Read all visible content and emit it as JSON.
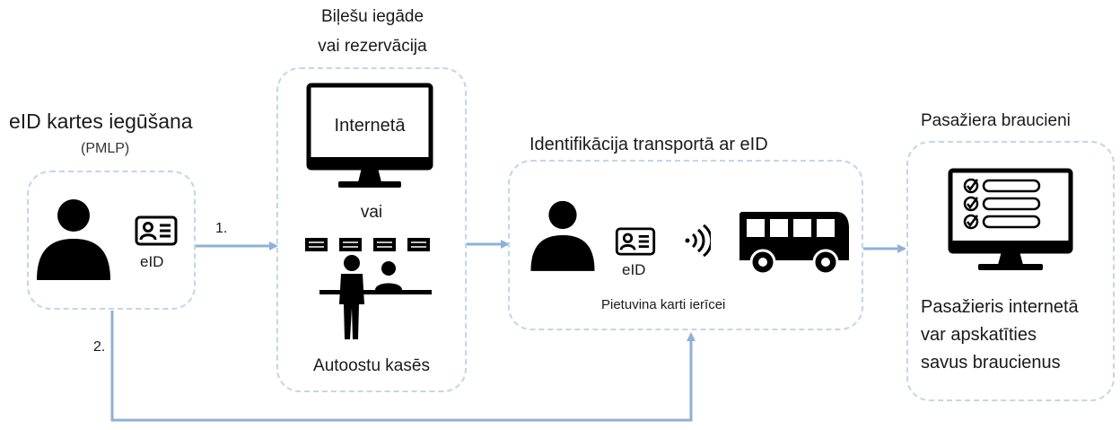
{
  "colors": {
    "arrow": "#8fb1d6",
    "box_border": "#c3d5ea",
    "icon": "#000000",
    "text": "#1a1a1a"
  },
  "step1": {
    "title": "eID kartes iegūšana",
    "subtitle": "(PMLP)",
    "card_label": "eID"
  },
  "arrows": {
    "label_1": "1.",
    "label_2": "2."
  },
  "step2": {
    "title_line1": "Biļešu iegāde",
    "title_line2": "vai rezervācija",
    "monitor_text": "Internetā",
    "or_text": "vai",
    "counter_text": "Autoostu kasēs"
  },
  "step3": {
    "title": "Identifikācija transportā ar eID",
    "card_label": "eID",
    "caption": "Pietuvina karti ierīcei"
  },
  "step4": {
    "title": "Pasažiera braucieni",
    "text_line1": "Pasažieris internetā",
    "text_line2": "var apskatīties",
    "text_line3": "savus braucienus"
  },
  "icons": [
    "person-icon",
    "id-card-icon",
    "monitor-icon",
    "ticket-counter-icon",
    "contactless-icon",
    "bus-icon",
    "checklist-monitor-icon"
  ]
}
